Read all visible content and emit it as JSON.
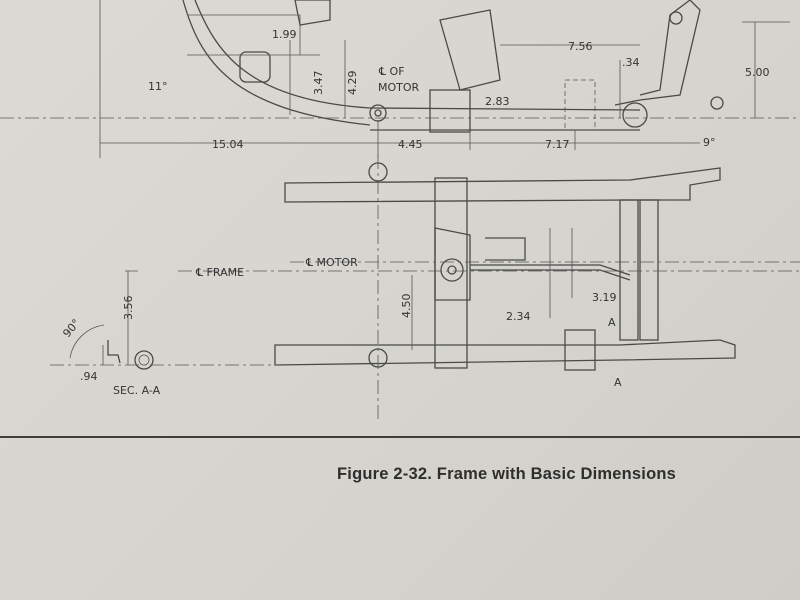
{
  "caption": "Figure 2-32. Frame with Basic Dimensions",
  "side_view": {
    "dims": {
      "d199": "1.99",
      "d11deg": "11°",
      "d347": "3.47",
      "d429": "4.29",
      "cl_of": "℄ OF",
      "motor": "MOTOR",
      "d283": "2.83",
      "d756": "7.56",
      "d034": ".34",
      "d500": "5.00",
      "d1504": "15.04",
      "d445": "4.45",
      "d717": "7.17",
      "d9deg": "9°"
    }
  },
  "top_view": {
    "cl_frame": "℄ FRAME",
    "cl_motor": "℄ MOTOR",
    "d450": "4.50",
    "d234": "2.34",
    "d319": "3.19",
    "section_a_top": "A",
    "section_a_bottom": "A"
  },
  "section": {
    "d356": "3.56",
    "d90deg": "90°",
    "d094": ".94",
    "label": "SEC. A-A"
  }
}
